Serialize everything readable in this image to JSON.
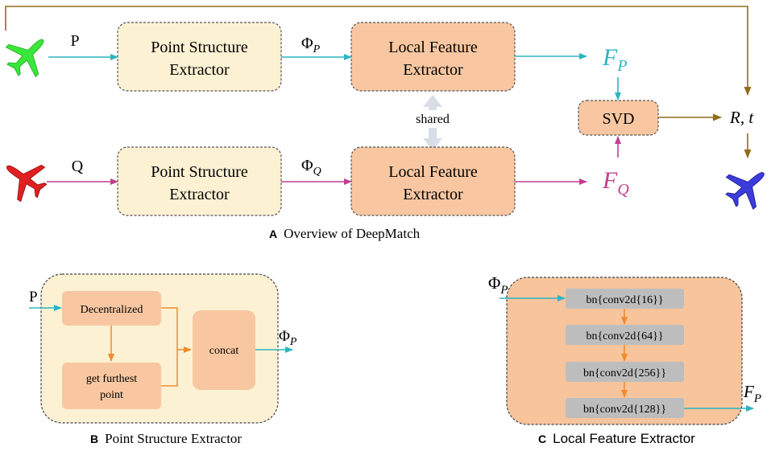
{
  "overview": {
    "input_p": "P",
    "input_q": "Q",
    "pse_top_line1": "Point Structure",
    "pse_top_line2": "Extractor",
    "pse_bottom_line1": "Point Structure",
    "pse_bottom_line2": "Extractor",
    "phi_p_main": "Φ",
    "phi_p_sub": "P",
    "phi_q_main": "Φ",
    "phi_q_sub": "Q",
    "lfe_top_line1": "Local Feature",
    "lfe_top_line2": "Extractor",
    "lfe_bottom_line1": "Local Feature",
    "lfe_bottom_line2": "Extractor",
    "shared": "shared",
    "fp_main": "F",
    "fp_sub": "P",
    "fq_main": "F",
    "fq_sub": "Q",
    "svd": "SVD",
    "rt": "R, t",
    "caption_letter": "A",
    "caption_text": "Overview of DeepMatch"
  },
  "pse_detail": {
    "input": "P",
    "decentralized": "Decentralized",
    "furthest_line1": "get furthest",
    "furthest_line2": "point",
    "concat": "concat",
    "output_main": "Φ",
    "output_sub": "P",
    "caption_letter": "B",
    "caption_text": "Point Structure Extractor"
  },
  "lfe_detail": {
    "input_main": "Φ",
    "input_sub": "P",
    "layers": [
      "bn{conv2d{16}}",
      "bn{conv2d{64}}",
      "bn{conv2d{256}}",
      "bn{conv2d{128}}"
    ],
    "output_main": "F",
    "output_sub": "P",
    "caption_letter": "C",
    "caption_text": "Local Feature Extractor"
  },
  "colors": {
    "cyan": "#2bb5c1",
    "magenta": "#c03f8f",
    "olive": "#8f6d16",
    "orange": "#f08a2c",
    "light_yellow": "#fdf1d3",
    "peach": "#f8c7a1",
    "orange_fill": "#f7c49c",
    "grey_block": "#bdbdbd",
    "plane_green": "#39e63a",
    "plane_red": "#e02020",
    "plane_blue": "#3c3cdc"
  }
}
